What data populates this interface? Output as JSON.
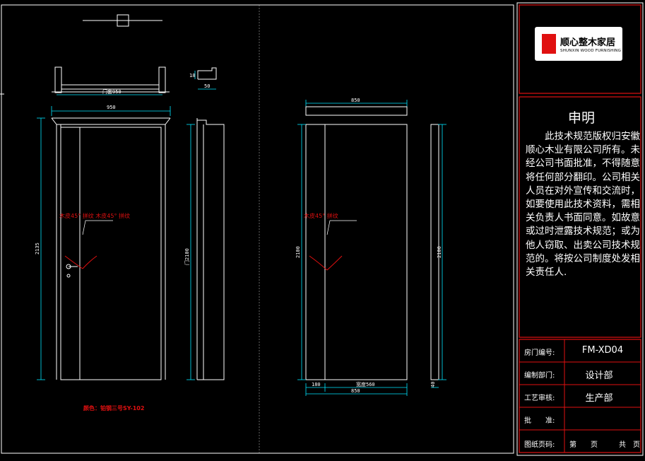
{
  "left_door": {
    "top_width": "950",
    "frame_plan_label": "门套950",
    "profile_height": "18",
    "profile_depth": "50",
    "overall_height": "2135",
    "door_height": "门2100",
    "grain_annotation": "木皮45° 拼纹   木皮45° 拼纹",
    "color_note": "颜色：铂钢三号SY-102"
  },
  "right_door": {
    "top_width": "850",
    "height_left": "2100",
    "height_right": "2100",
    "grain_annotation": "木皮45° 拼纹",
    "bottom_left_segment": "180",
    "bottom_right_segment": "宽度560",
    "bottom_width": "850",
    "side_thickness": "40"
  },
  "company": {
    "name": "顺心整木家居",
    "subtitle": "SHUNXIN WOOD FURNISHING"
  },
  "declaration": {
    "title": "申明",
    "body": "　　此技术规范版权归安徽顺心木业有限公司所有。未经公司书面批准，不得随意将任何部分翻印。公司相关人员在对外宣传和交流时，如要使用此技术资料，需相关负责人书面同意。如故意或过时泄露技术规范；或为他人窃取、出卖公司技术规范的。将按公司制度处发相关责任人."
  },
  "title_block": {
    "rows": [
      {
        "label": "房门编号:",
        "value": "FM-XD04"
      },
      {
        "label": "编制部门:",
        "value": "设计部"
      },
      {
        "label": "工艺审核:",
        "value": "生产部"
      },
      {
        "label": "批　　准:",
        "value": ""
      },
      {
        "label": "图纸页码:",
        "value": "第　　页　　　共　页"
      }
    ]
  },
  "colors": {
    "line": "#ffffff",
    "dimension": "#00e5ff",
    "annotation": "#e01010",
    "frame": "#e01010",
    "background": "#000000"
  }
}
